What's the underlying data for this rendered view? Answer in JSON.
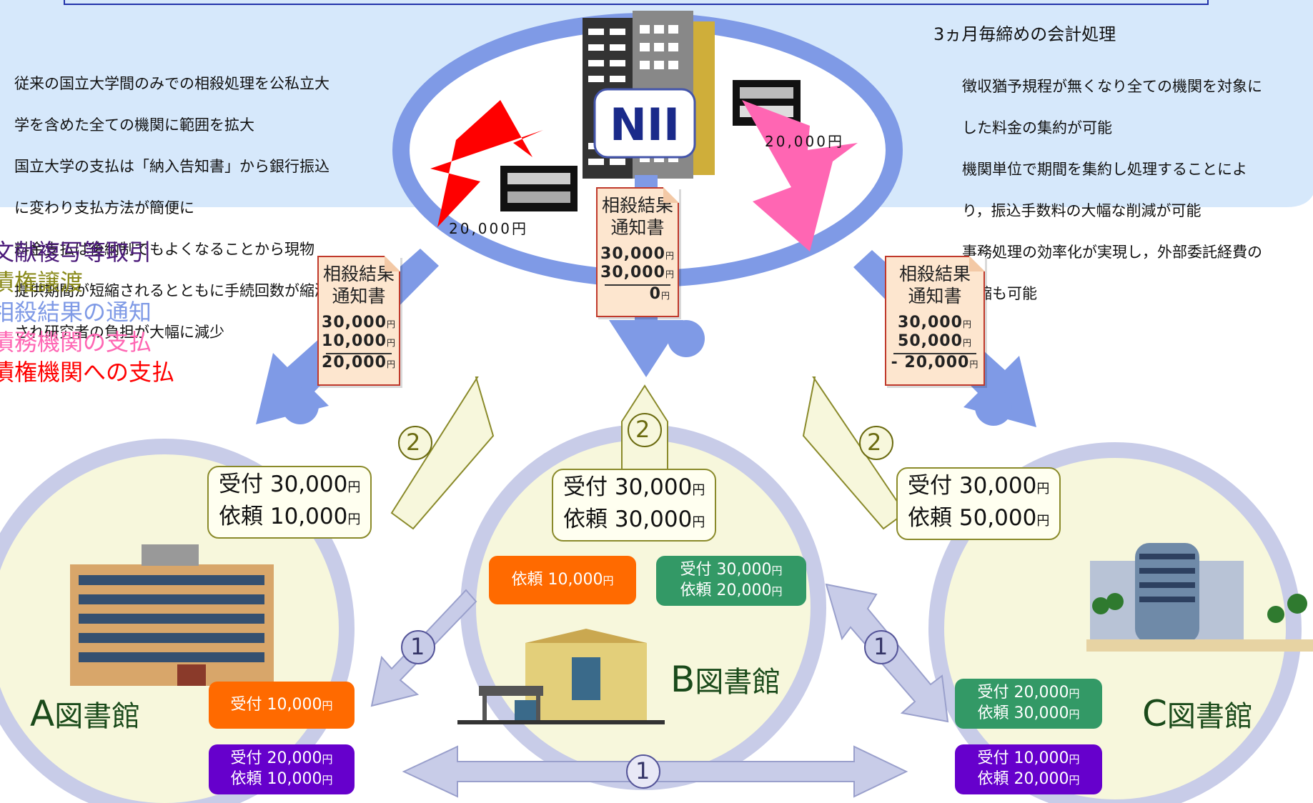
{
  "notes": {
    "left": [
      "従来の国立大学間のみでの相殺処理を公私立大",
      "学を含めた全ての機関に範囲を拡大",
      "国立大学の支払は「納入告知書」から銀行振込",
      "に変わり支払方法が簡便に",
      "料金支払は後納制でもよくなることから現物",
      "提供期間が短縮されるとともに手続回数が縮減",
      "され研究者の負担が大幅に減少"
    ],
    "right_title": "3ヵ月毎締めの会計処理",
    "right": [
      "徴収猶予規程が無くなり全ての機関を対象に",
      "した料金の集約が可能",
      "機関単位で期間を集約し処理することによ",
      "り，振込手数料の大幅な削減が可能",
      "事務処理の効率化が実現し，外部委託経費の",
      "圧縮も可能"
    ]
  },
  "nii_label": "NII",
  "money": {
    "left": "20,000円",
    "right": "20,000円"
  },
  "legend": [
    {
      "text": "文献複写等取引",
      "color": "#4b1a7a"
    },
    {
      "text": "債権譲渡",
      "color": "#8a8a1a"
    },
    {
      "text": "相殺結果の通知",
      "color": "#7f9ae6"
    },
    {
      "text": "債務機関の支払",
      "color": "#ff66b3"
    },
    {
      "text": "債権機関への支払",
      "color": "#ff0000"
    }
  ],
  "docs": {
    "title": "相殺結果\n通知書",
    "yen": "円",
    "a": {
      "r1": "30,000",
      "r2": "10,000",
      "r3": "20,000"
    },
    "b": {
      "r1": "30,000",
      "r2": "30,000",
      "r3": "0"
    },
    "c": {
      "r1": "30,000",
      "r2": "50,000",
      "r3": "- 20,000"
    }
  },
  "bubbles": {
    "yen": "円",
    "a": {
      "l1": "受付 30,000",
      "l2": "依頼 10,000"
    },
    "b": {
      "l1": "受付 30,000",
      "l2": "依頼 30,000"
    },
    "c": {
      "l1": "受付 30,000",
      "l2": "依頼 50,000"
    }
  },
  "tags": {
    "yen": "円",
    "a_orange": "受付 10,000",
    "a_purple": [
      "受付 20,000",
      "依頼 10,000"
    ],
    "b_orange": "依頼 10,000",
    "b_green": [
      "受付 30,000",
      "依頼 20,000"
    ],
    "c_green": [
      "受付 20,000",
      "依頼 30,000"
    ],
    "c_purple": [
      "受付 10,000",
      "依頼 20,000"
    ],
    "colors": {
      "orange": "#ff6a00",
      "green": "#339966",
      "purple": "#6600cc"
    }
  },
  "libraries": {
    "a": [
      "A",
      "図書館"
    ],
    "b": [
      "B",
      "図書館"
    ],
    "c": [
      "C",
      "図書館"
    ]
  },
  "markers": {
    "step1": "1",
    "step2": "2"
  }
}
